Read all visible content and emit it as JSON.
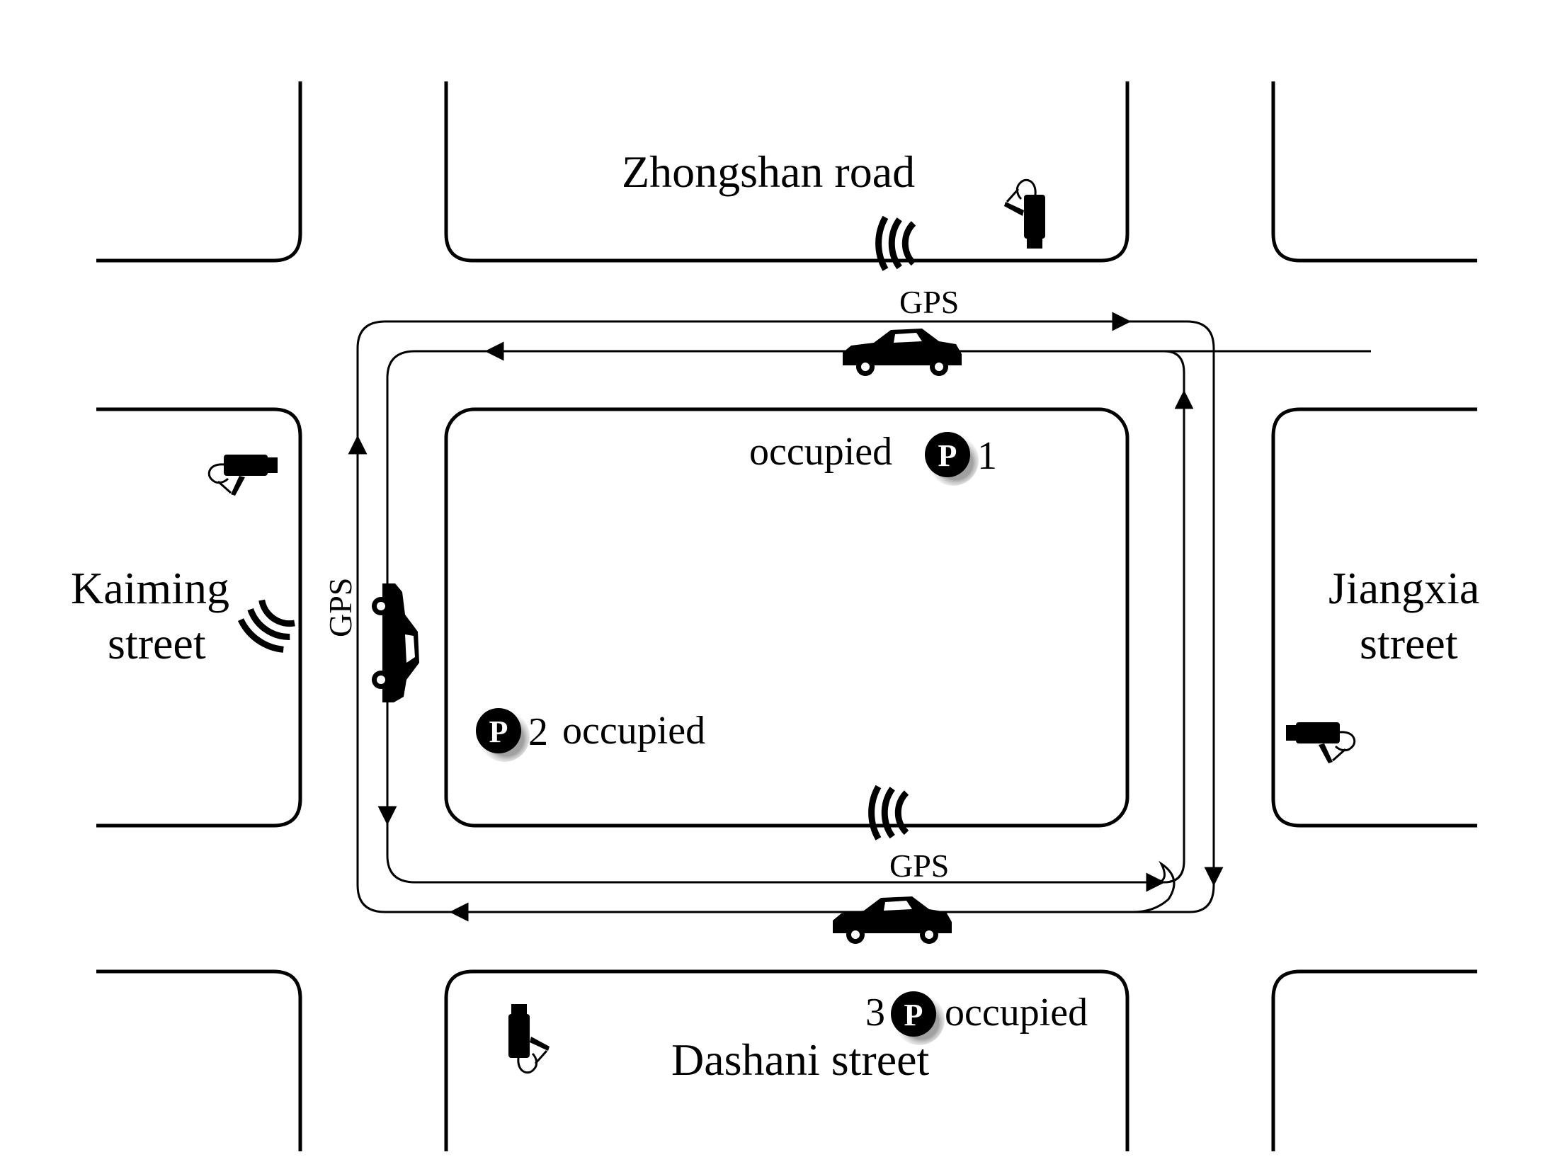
{
  "streets": {
    "north": "Zhongshan road",
    "west_line1": "Kaiming",
    "west_line2": "street",
    "east_line1": "Jiangxia",
    "east_line2": "street",
    "south": "Dashani street"
  },
  "gps": {
    "top": "GPS",
    "left": "GPS",
    "bottom": "GPS"
  },
  "parking": {
    "spot1": {
      "number": "1",
      "status": "occupied",
      "symbol": "P"
    },
    "spot2": {
      "number": "2",
      "status": "occupied",
      "symbol": "P"
    },
    "spot3": {
      "number": "3",
      "status": "occupied",
      "symbol": "P"
    }
  },
  "icons": {
    "camera": "camera-icon",
    "gps": "gps-signal-icon",
    "car": "car-icon",
    "parking": "parking-icon"
  },
  "colors": {
    "line": "#000000",
    "background": "#ffffff"
  }
}
